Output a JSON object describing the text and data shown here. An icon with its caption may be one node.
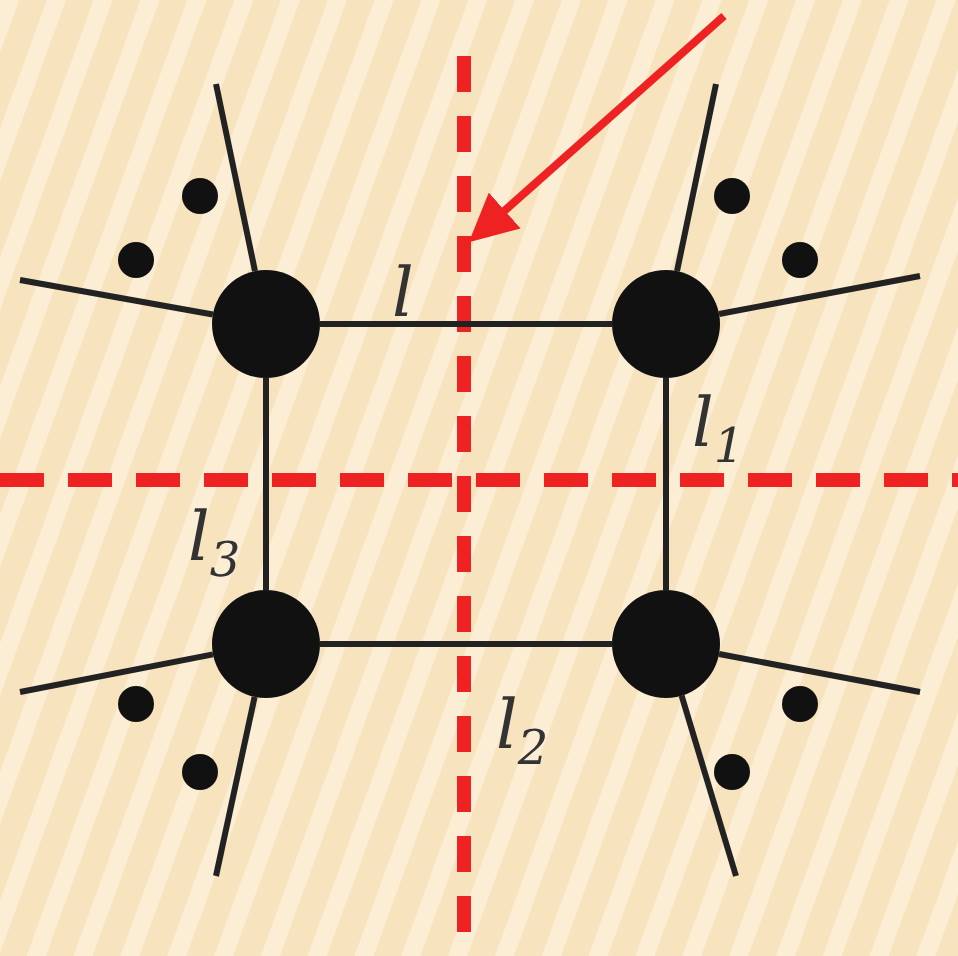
{
  "diagram": {
    "nodes": [
      {
        "text": [],
        "shape": "circle"
      },
      {
        "text": [],
        "shape": "circle"
      },
      {
        "text": [],
        "shape": "circle"
      },
      {
        "text": [],
        "shape": "circle"
      }
    ],
    "edges": [
      {
        "from": 0,
        "to": 1,
        "arrow": "none",
        "label": "l"
      },
      {
        "from": 1,
        "to": 3,
        "arrow": "none",
        "label": "l$_{1}$"
      },
      {
        "from": 2,
        "to": 3,
        "arrow": "none",
        "label": "l$_{2}$"
      },
      {
        "from": 0,
        "to": 2,
        "arrow": "none",
        "label": "l$_{3}$"
      },
      {
        "from": null,
        "to": 0,
        "arrow": "none"
      },
      {
        "from": null,
        "to": 0,
        "arrow": "none"
      },
      {
        "from": null,
        "to": 1,
        "arrow": "none"
      },
      {
        "from": null,
        "to": 1,
        "arrow": "none"
      },
      {
        "from": null,
        "to": 2,
        "arrow": "none"
      },
      {
        "from": null,
        "to": 2,
        "arrow": "none"
      },
      {
        "from": null,
        "to": 3,
        "arrow": "none"
      },
      {
        "from": null,
        "to": 3,
        "arrow": "none"
      }
    ]
  }
}
